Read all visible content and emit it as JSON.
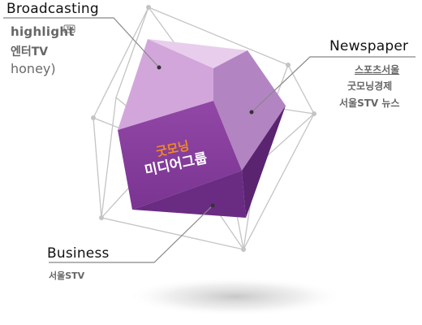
{
  "center": {
    "line1": "굿모닝",
    "line2": "미디어그룹"
  },
  "groups": {
    "broadcasting": {
      "title": "Broadcasting",
      "items": [
        "highlight",
        "TV",
        "엔터TV",
        "honey)"
      ]
    },
    "newspaper": {
      "title": "Newspaper",
      "items": [
        "스포츠서울",
        "굿모닝경제",
        "서울STV 뉴스"
      ]
    },
    "business": {
      "title": "Business",
      "items": [
        "서울STV"
      ]
    }
  },
  "colors": {
    "cube_front": "#8a3f9d",
    "cube_top_left": "#d4a9dc",
    "cube_top_right": "#e6c9ea",
    "cube_right": "#b685c3",
    "cube_side": "#5b2774",
    "center_line1": "#f08a24",
    "center_line2": "#ffffff",
    "wire": "#bdbdbd"
  }
}
